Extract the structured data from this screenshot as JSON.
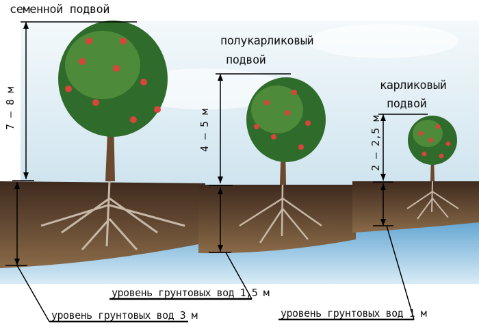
{
  "labels": {
    "seedling_rootstock": "семенной подвой",
    "semi_dwarf_rootstock_line1": "полукарликовый",
    "semi_dwarf_rootstock_line2": "подвой",
    "dwarf_rootstock_line1": "карликовый",
    "dwarf_rootstock_line2": "подвой"
  },
  "heights": {
    "seedling": "7 – 8 м",
    "semi_dwarf": "4 – 5 м",
    "dwarf": "2 – 2,5 м"
  },
  "groundwater": {
    "semi_dwarf": "уровень грунтовых вод 1,5 м",
    "seedling": "уровень грунтовых вод 3 м",
    "dwarf": "уровень грунтовых вод 1 м"
  },
  "colors": {
    "sky": "#dfeef5",
    "soil": "#5a4030",
    "water": "#7fb8dc",
    "foliage": "#2f6b2a",
    "fruit": "#d8453a",
    "trunk": "#6b4a30"
  }
}
